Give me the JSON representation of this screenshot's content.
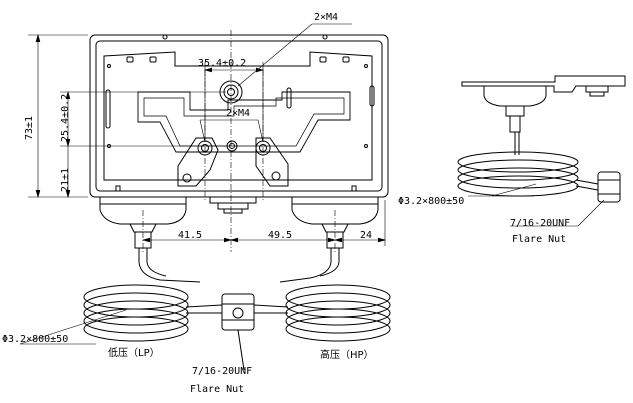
{
  "labels": {
    "m4_top": "2×M4",
    "m4_mid": "2×M4",
    "dim_hole_spacing": "35.4±0.2",
    "dim_height": "73±1",
    "dim_vertical_a": "25.4±0.2",
    "dim_vertical_b": "21±1",
    "dim_lp_offset": "41.5",
    "dim_hp_offset": "49.5",
    "dim_edge": "24",
    "capillary_left": "Φ3.2×800±50",
    "capillary_right": "Φ3.2×800±50",
    "low_pressure": "低压（LP）",
    "high_pressure": "高压（HP）",
    "thread_left": "7/16-20UNF",
    "thread_right": "7/16-20UNF",
    "flare_left": "Flare Nut",
    "flare_right": "Flare Nut"
  }
}
